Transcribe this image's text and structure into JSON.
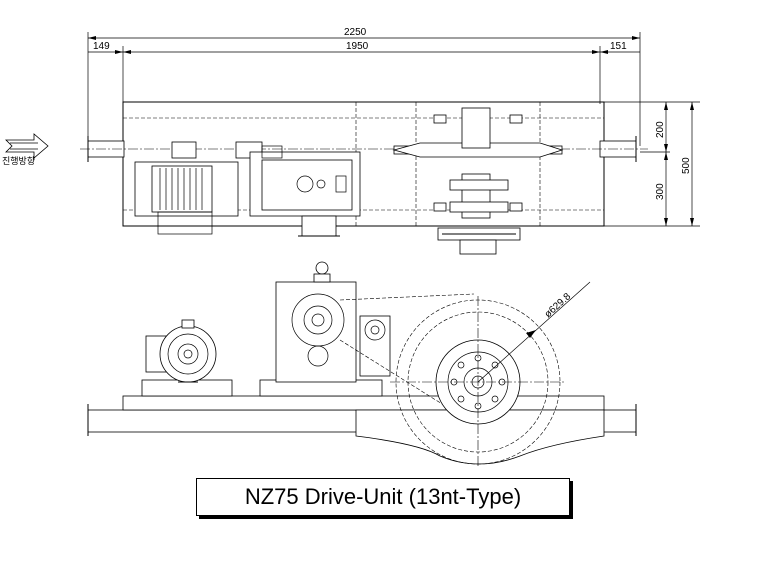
{
  "dimensions": {
    "overall_length": "2250",
    "left_offset": "149",
    "center_span": "1950",
    "right_offset": "151",
    "upper_height": "200",
    "lower_height": "300",
    "total_height": "500",
    "wheel_diameter": "ø629.8"
  },
  "direction_label": "진행방향",
  "title": "NZ75 Drive-Unit (13nt-Type)"
}
